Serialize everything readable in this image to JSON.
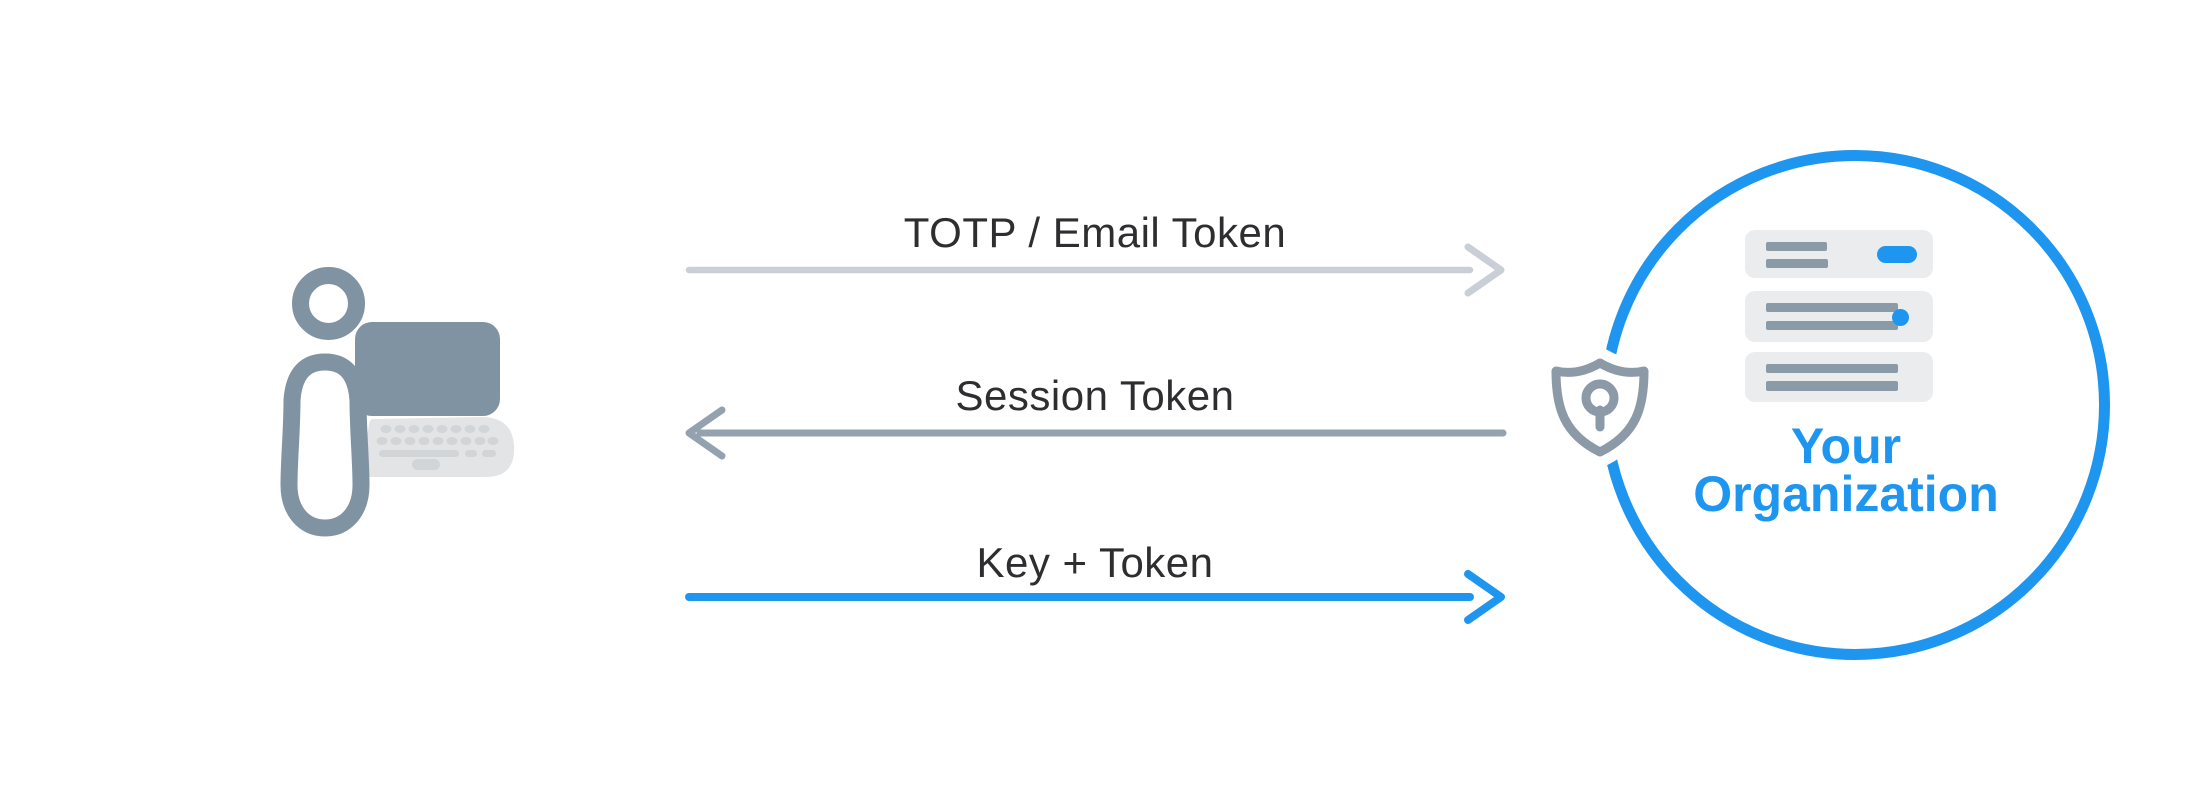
{
  "colors": {
    "background": "#ffffff",
    "blue": "#1e96f0",
    "arrow-light": "#c9ced7",
    "arrow-gray": "#93a2ae",
    "label-text": "#2e2e30",
    "icon-slate": "#8093a2",
    "shield-gray": "#8c9aa7",
    "card-bg": "#eaecee",
    "card-bar": "#8b9aa7",
    "keyboard-base": "#e2e4e5",
    "keyboard-key": "#d2d5d7"
  },
  "user": {
    "icon": "person-at-laptop-icon"
  },
  "organization": {
    "name_line1": "Your",
    "name_line2": "Organization",
    "icon": "server-stack-icon",
    "badge_icon": "shield-keyhole-icon"
  },
  "flows": [
    {
      "label": "TOTP / Email Token",
      "direction": "right"
    },
    {
      "label": "Session Token",
      "direction": "left"
    },
    {
      "label": "Key + Token",
      "direction": "right"
    }
  ]
}
